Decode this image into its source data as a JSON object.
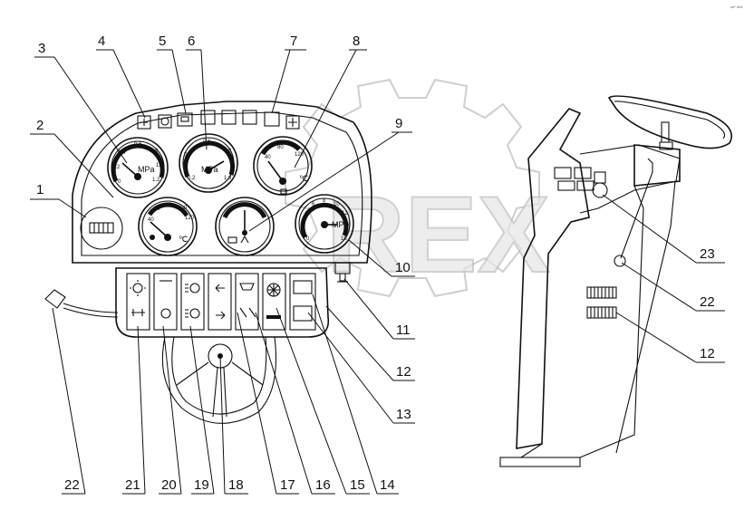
{
  "watermark": {
    "text": "REX",
    "icon": "gear-watermark-icon"
  },
  "corner_mark": "sd* ###",
  "gauges": {
    "g3": {
      "unit": "MPa",
      "scale": [
        "0",
        "0.2",
        "0.4",
        "0.6",
        "0.8",
        "1.0",
        "1.2"
      ]
    },
    "g6": {
      "unit": "MPa",
      "scale": [
        "0.2",
        "0.4",
        "0.6",
        "0.8",
        "1.0"
      ]
    },
    "g8": {
      "unit": "℃",
      "scale": [
        "40",
        "80",
        "120"
      ]
    },
    "g2": {
      "unit": "℃",
      "scale": [
        "40",
        "60",
        "80",
        "100",
        "120"
      ]
    },
    "g10": {
      "unit": "MPa",
      "scale": [
        "0",
        "2",
        "4",
        "6",
        "8",
        "10",
        "12",
        "14",
        "16"
      ]
    }
  },
  "callouts": {
    "c1": "1",
    "c2": "2",
    "c3": "3",
    "c4": "4",
    "c5": "5",
    "c6": "6",
    "c7": "7",
    "c8": "8",
    "c9": "9",
    "c10": "10",
    "c11": "11",
    "c12a": "12",
    "c12b": "12",
    "c13": "13",
    "c14": "14",
    "c15": "15",
    "c16": "16",
    "c17": "17",
    "c18": "18",
    "c19": "19",
    "c20": "20",
    "c21": "21",
    "c22a": "22",
    "c22b": "22",
    "c23": "23"
  }
}
